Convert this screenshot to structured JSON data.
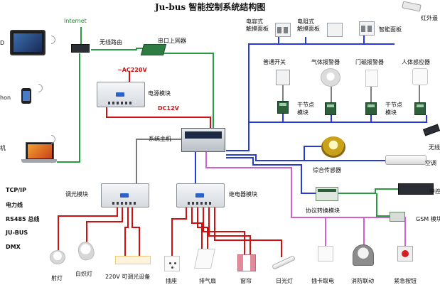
{
  "title": "Ju-bus 智能控制系统结构图",
  "labels": {
    "internet": "Internet",
    "wireless_router": "无线路由",
    "serial_gateway": "串口上网器",
    "ac220v": "~AC220V",
    "power_module": "电源模块",
    "dc12v": "DC12V",
    "system_host": "系统主机",
    "dimming_module": "调光模块",
    "relay_module": "继电器模块",
    "capacitive_panel": "电容式\n触摸面板",
    "resistive_panel": "电阻式\n触摸面板",
    "smart_panel": "智能面板",
    "ir_remote": "红外遥",
    "normal_switch": "普通开关",
    "gas_alarm": "气体报警器",
    "door_alarm": "门磁报警器",
    "body_sensor": "人体感应器",
    "dry_node_1": "干节点\n模块",
    "dry_node_2": "干节点\n模块",
    "combo_sensor": "综合传感器",
    "wireless_partial": "无线",
    "ac_partial": "空调",
    "protocol_module": "协议转换模块",
    "mid_partial": "中控",
    "gsm_module": "GSM 模块",
    "ipad_partial": "D",
    "iphone_partial": "hon",
    "pc_partial": "机",
    "spotlight": "射灯",
    "incandescent": "白炽灯",
    "dimmable_220v": "220V 可调光设备",
    "socket": "插座",
    "exhaust_fan": "排气扇",
    "curtain": "窗帘",
    "fluorescent": "日光灯",
    "card_power": "插卡取电",
    "fire_link": "消防联动",
    "emergency_button": "紧急按钮"
  },
  "legend": [
    "TCP/IP",
    "电力线",
    "RS485 总线",
    "JU-BUS",
    "DMX"
  ],
  "colors": {
    "tcpip": "#2a9a44",
    "power": "#d01010",
    "rs485": "#7a7a7a",
    "jubus": "#2a3ad6",
    "dmx": "#d060d0"
  }
}
